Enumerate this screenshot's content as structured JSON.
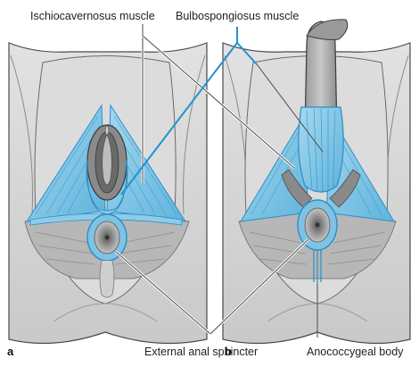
{
  "labels": {
    "ischiocavernosus": "Ischiocavernosus muscle",
    "bulbospongiosus": "Bulbospongiosus muscle",
    "external_anal_sphincter": "External anal sphincter",
    "anococcygeal_body": "Anococcygeal body"
  },
  "panels": {
    "a": "a",
    "b": "b"
  },
  "colors": {
    "muscle": "#7cc4e6",
    "muscle_line": "#2a8fc4",
    "leader_blue": "#1f93d1",
    "skin": "#d6d6d6",
    "skin_dark": "#a9a9a9",
    "outline": "#4a4a4a"
  }
}
